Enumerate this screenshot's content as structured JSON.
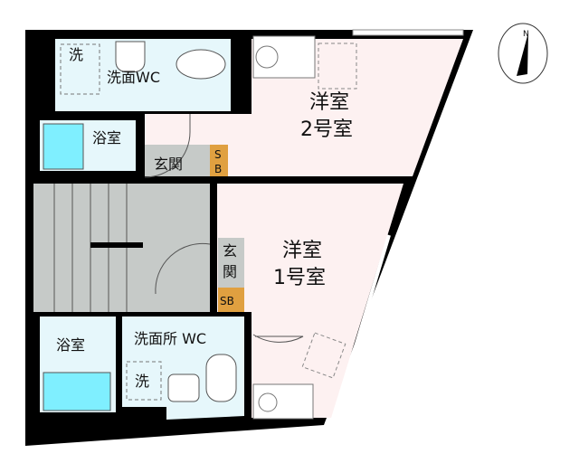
{
  "colors": {
    "wall": "#000000",
    "wet_area": "#e6f7fb",
    "bathtub": "#7fefff",
    "room": "#fdf1f1",
    "entrance": "#c6cac8",
    "storage": "#e0a040"
  },
  "compass": {
    "label": "N",
    "icon": "north-arrow-icon"
  },
  "upper_unit": {
    "washroom_label": "洗面WC",
    "washer_label": "洗",
    "bath_label": "浴室",
    "entrance_label": "玄関",
    "storage_label_s": "S",
    "storage_label_b": "B",
    "room_line1": "洋室",
    "room_line2": "2号室"
  },
  "lower_unit": {
    "washroom_label": "洗面所 WC",
    "washer_label": "洗",
    "bath_label": "浴室",
    "entrance_label_1": "玄",
    "entrance_label_2": "関",
    "storage_label": "SB",
    "room_line1": "洋室",
    "room_line2": "1号室"
  }
}
